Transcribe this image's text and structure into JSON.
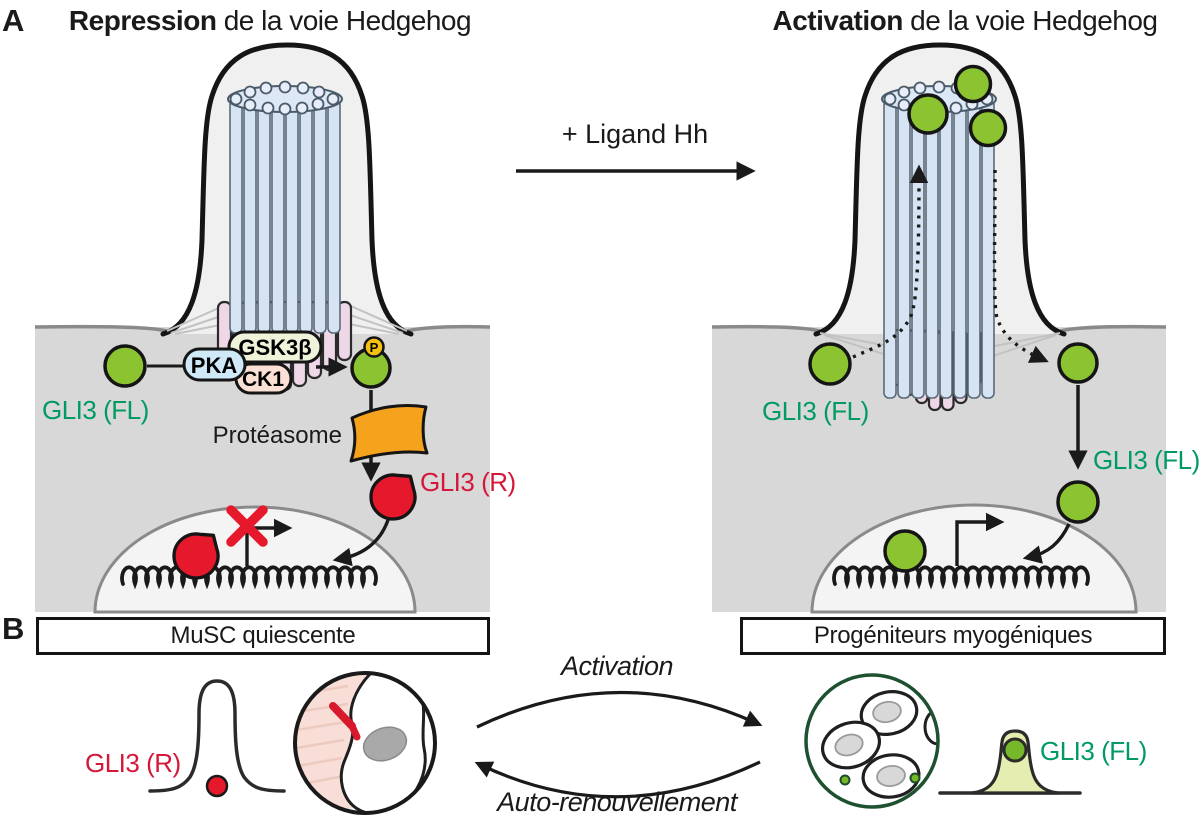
{
  "figure": {
    "panel_a": {
      "label": "A",
      "left_title": {
        "bold": "Repression",
        "rest": " de la voie Hedgehog"
      },
      "right_title": {
        "bold": "Activation",
        "rest": " de la voie Hedgehog"
      },
      "ligand_arrow_label": "+ Ligand Hh",
      "repressed_cell": {
        "gli3_fl": "GLI3 (FL)",
        "pka": "PKA",
        "gsk3b": "GSK3β",
        "ck1": "CK1",
        "phospho": "P",
        "proteasome": "Protéasome",
        "gli3_r": "GLI3 (R)"
      },
      "active_cell": {
        "gli3_fl_cytoplasm": "GLI3 (FL)",
        "gli3_fl_nuclear": "GLI3 (FL)"
      }
    },
    "panel_b": {
      "label": "B",
      "quiescent_box": "MuSC quiescente",
      "progenitor_box": "Progéniteurs myogéniques",
      "gli3_r": "GLI3 (R)",
      "gli3_fl": "GLI3 (FL)",
      "forward_arrow": "Activation",
      "reverse_arrow": "Auto-renouvellement"
    },
    "colors": {
      "gli3_fl_green": "#8cc431",
      "green_text": "#009a63",
      "gli3_r_red": "#e5182c",
      "red_text": "#d5173a",
      "proteasome_orange": "#f5a21d",
      "phospho_yellow": "#f4c111",
      "axoneme_blue": "#d5e3f3",
      "basal_body_pink": "#eed8e7",
      "cytoplasm_gray": "#d8d8d8",
      "pka_pill": "#cfe9f8",
      "gsk3b_pill": "#eef3da",
      "ck1_pill": "#fbe0d5",
      "muscle_pink": "#f9ded7",
      "progenitor_outline_green": "#1d5130"
    }
  }
}
